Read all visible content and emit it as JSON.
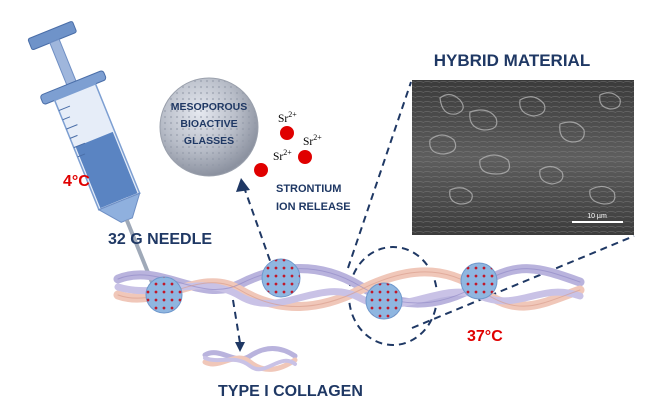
{
  "labels": {
    "hybrid_material": "HYBRID MATERIAL",
    "mbg_line1": "MESOPOROUS",
    "mbg_line2": "BIOACTIVE",
    "mbg_line3": "GLASSES",
    "strontium_line1": "STRONTIUM",
    "strontium_line2": "ION RELEASE",
    "needle": "32 G NEEDLE",
    "collagen": "TYPE I COLLAGEN",
    "temp_cold": "4°C",
    "temp_body": "37°C",
    "ion_base": "Sr",
    "ion_charge": "2+",
    "scale_bar": "10 µm"
  },
  "colors": {
    "navy": "#1f3864",
    "red": "#e00000",
    "strand_pink": "#f0c7b9",
    "strand_lilac": "#bcb8e0",
    "sphere_blue": "#8fb6e0",
    "syringe_fluid": "#5a84c2"
  }
}
